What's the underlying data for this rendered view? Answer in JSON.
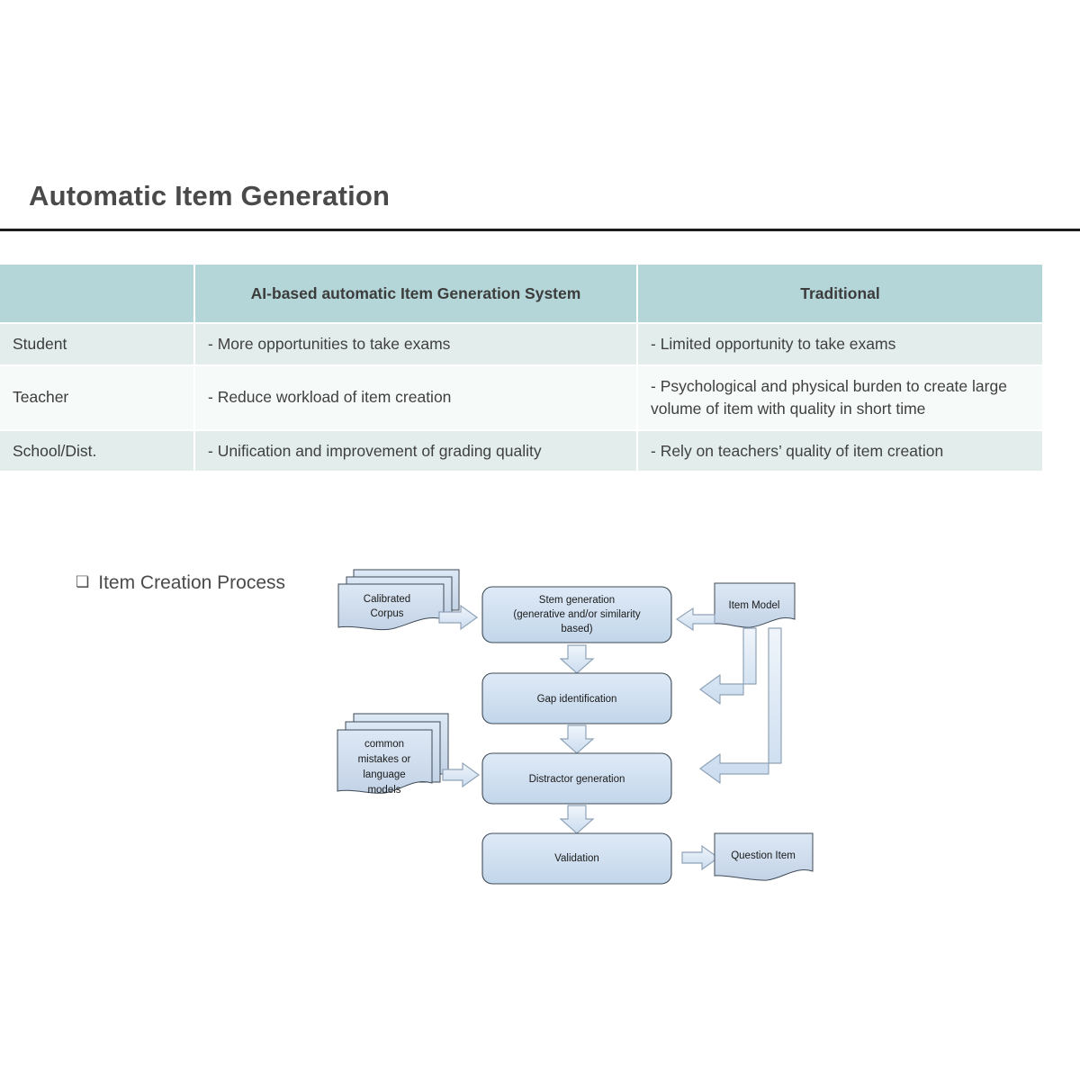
{
  "slide": {
    "title": "Automatic Item Generation"
  },
  "table": {
    "headers": [
      "",
      "AI-based automatic Item Generation System",
      "Traditional"
    ],
    "rows": [
      {
        "label": "Student",
        "ai": "-  More opportunities to take exams",
        "traditional": "- Limited opportunity to take exams"
      },
      {
        "label": "Teacher",
        "ai": "- Reduce workload of item creation",
        "traditional": "- Psychological and physical burden to create large volume of item with quality in short time"
      },
      {
        "label": "School/Dist.",
        "ai": "- Unification and improvement of grading quality",
        "traditional": "- Rely on teachers’ quality of item creation"
      }
    ]
  },
  "process_section": {
    "bullet_glyph": "❏",
    "label": "Item Creation Process"
  },
  "diagram": {
    "nodes": {
      "calibrated_corpus": "Calibrated\nCorpus",
      "calibrated_corpus_line1": "Calibrated",
      "calibrated_corpus_line2": "Corpus",
      "stem_generation_line1": "Stem generation",
      "stem_generation_line2": "(generative and/or similarity",
      "stem_generation_line3": "based)",
      "item_model": "Item Model",
      "gap_identification": "Gap identification",
      "common_mistakes_line1": "common",
      "common_mistakes_line2": "mistakes or",
      "common_mistakes_line3": "language",
      "common_mistakes_line4": "models",
      "distractor_generation": "Distractor generation",
      "validation": "Validation",
      "question_item": "Question Item"
    },
    "colors": {
      "node_fill": "#cfe0f0",
      "node_stroke": "#3f4a57",
      "doc_fill": "#cfdcec",
      "arrow_fill": "#d7e4f3",
      "arrow_stroke": "#8fa3b8"
    }
  },
  "theme": {
    "header_bg": "#b4d6d8",
    "row_odd_bg": "#e3eeec",
    "row_even_bg": "#f6faf9",
    "title_color": "#4a4a4a",
    "rule_color": "#1c1c1c"
  }
}
